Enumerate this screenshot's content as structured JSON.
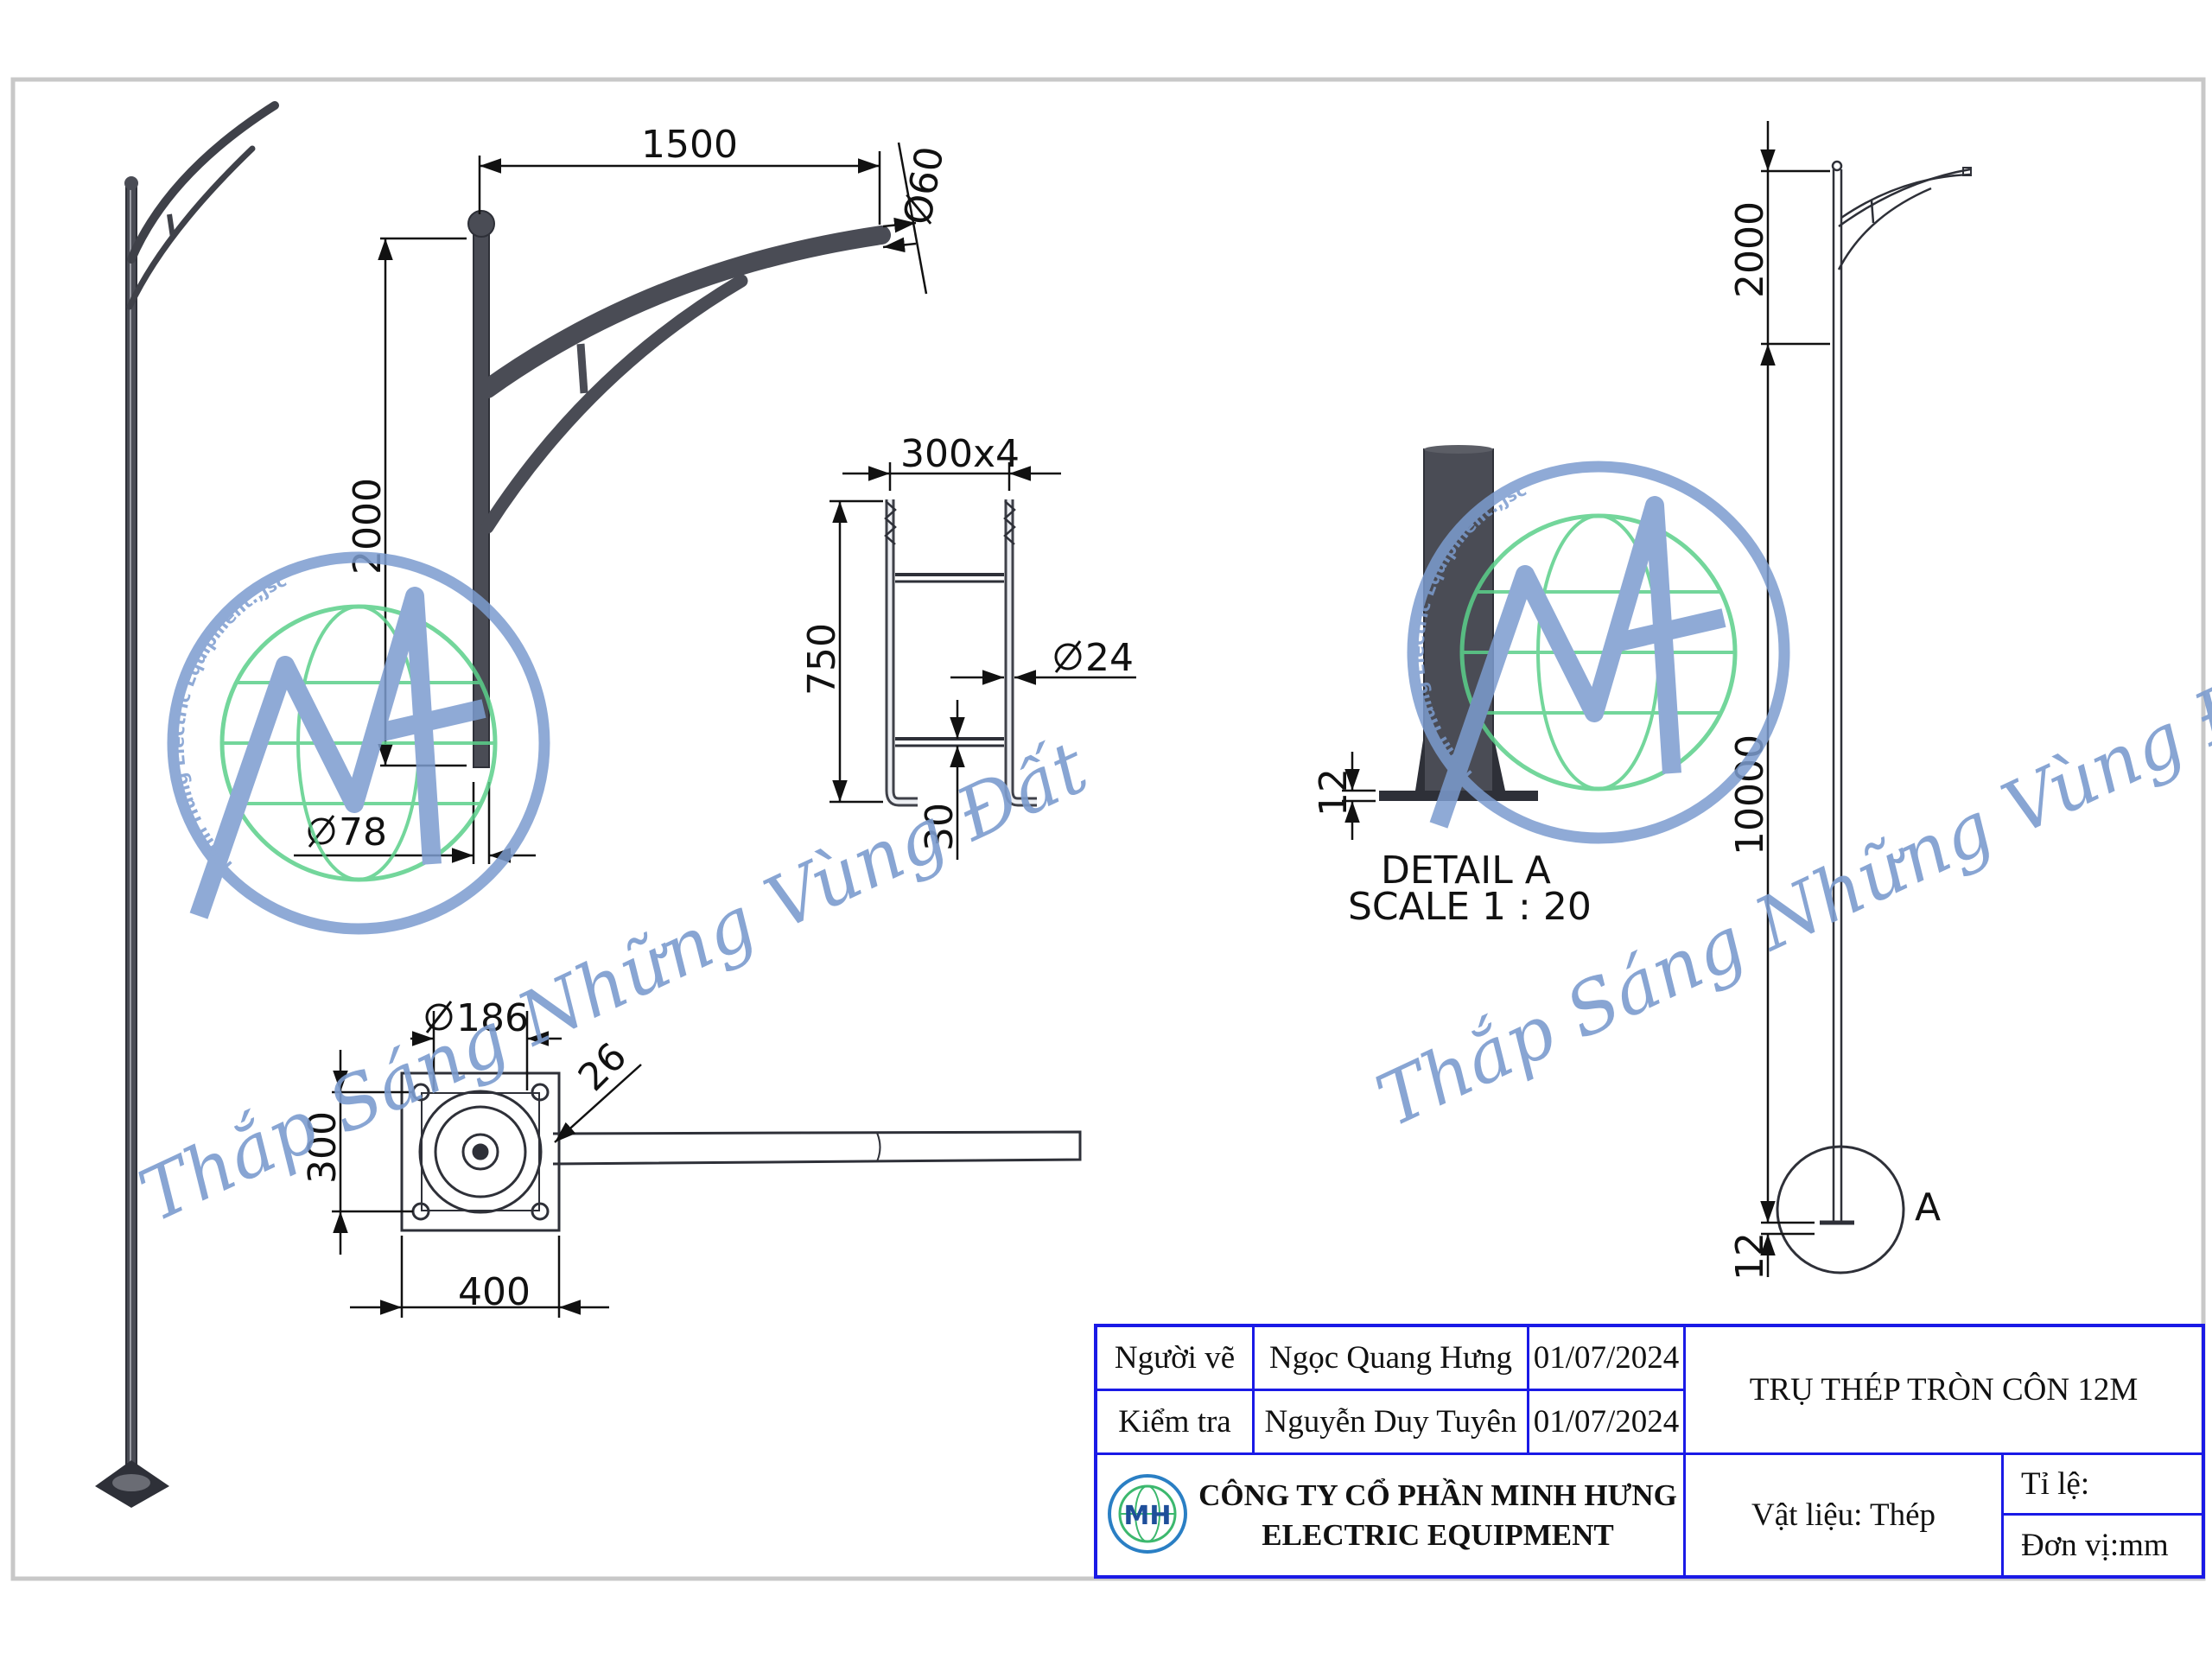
{
  "drawing": {
    "dimensions": {
      "arm_reach": "1500",
      "tip_diameter": "Ø60",
      "arm_height_side": "2000",
      "pole_top_diameter": "78",
      "base_diameter": "186",
      "plate_offset": "26",
      "plate_height": "300",
      "plate_width": "400",
      "anchor_bolt_spec": "300x4",
      "anchor_length": "750",
      "anchor_diameter": "24",
      "anchor_hook": "30",
      "detail_plate_thickness": "12",
      "elev_arm_height": "2000",
      "elev_pole_height": "10000",
      "elev_base": "12"
    },
    "detail": {
      "title": "DETAIL A",
      "scale": "SCALE 1 : 20",
      "callout": "A"
    },
    "watermark": {
      "slogan": "Thắp Sáng Những Vùng Đất",
      "ring_text": "Minh Hung Electric Equipment.,jsc",
      "logo_letters": "MH"
    }
  },
  "title_block": {
    "drawn_by_label": "Người vẽ",
    "drawn_by_name": "Ngọc Quang Hưng",
    "drawn_date": "01/07/2024",
    "checked_by_label": "Kiểm tra",
    "checked_by_name": "Nguyễn Duy Tuyên",
    "checked_date": "01/07/2024",
    "product_title": "TRỤ THÉP TRÒN CÔN 12M",
    "company_line1": "CÔNG TY CỔ PHẦN MINH HƯNG",
    "company_line2": "ELECTRIC EQUIPMENT",
    "company_logo_letters": "MH",
    "material": "Vật liệu: Thép",
    "scale_label": "Tỉ lệ:",
    "unit": "Đơn vị:mm"
  },
  "colors": {
    "steel": "#4a4c55",
    "steel_dark": "#2e3038",
    "border_blue": "#1a1ae6",
    "watermark_blue": "#7c9ccf",
    "watermark_green": "#5bd08a"
  }
}
